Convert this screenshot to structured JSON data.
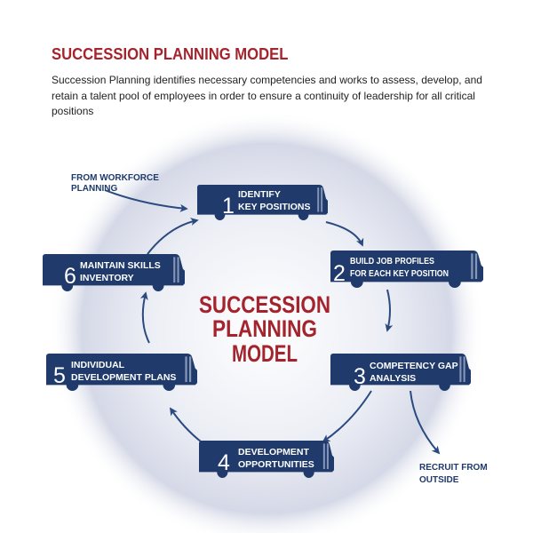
{
  "header": {
    "title": "SUCCESSION PLANNING MODEL",
    "description": "Succession Planning identifies necessary competencies and works to assess, develop, and retain a talent pool of employees in order to ensure a continuity of leadership for all critical positions"
  },
  "diagram": {
    "center_lines": [
      "SUCCESSION",
      "PLANNING",
      "MODEL"
    ],
    "steps": [
      {
        "number": "1",
        "lines": [
          "IDENTIFY",
          "KEY POSITIONS"
        ]
      },
      {
        "number": "2",
        "lines": [
          "BUILD JOB PROFILES",
          "FOR EACH KEY POSITION"
        ]
      },
      {
        "number": "3",
        "lines": [
          "COMPETENCY GAP",
          "ANALYSIS"
        ]
      },
      {
        "number": "4",
        "lines": [
          "DEVELOPMENT",
          "OPPORTUNITIES"
        ]
      },
      {
        "number": "5",
        "lines": [
          "INDIVIDUAL",
          "DEVELOPMENT PLANS"
        ]
      },
      {
        "number": "6",
        "lines": [
          "MAINTAIN SKILLS",
          "INVENTORY"
        ]
      }
    ],
    "inputs": [
      {
        "lines": [
          "FROM WORKFORCE",
          "PLANNING"
        ]
      },
      {
        "lines": [
          "RECRUIT FROM",
          "OUTSIDE"
        ]
      }
    ],
    "colors": {
      "bus": "#1f3a6b",
      "title": "#a4232c",
      "arrow": "#2b4a80",
      "halo": "#d5d9e7"
    }
  }
}
